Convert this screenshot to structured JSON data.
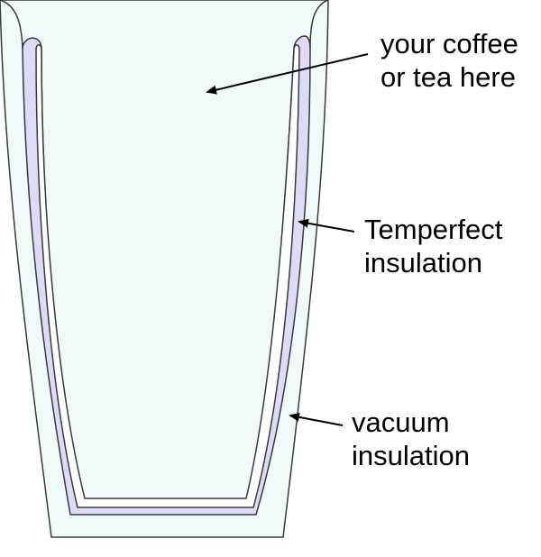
{
  "labels": {
    "coffee": {
      "line1": "your coffee",
      "line2": "or tea here"
    },
    "temperfect": {
      "line1": "Temperfect",
      "line2": "insulation"
    },
    "vacuum": {
      "line1": "vacuum",
      "line2": "insulation"
    }
  },
  "colors": {
    "outline": "#3a3a3a",
    "vacuum_fill": "#f1fafb",
    "temperfect_fill": "#dcdcf7",
    "cup_interior": "#ffffff",
    "arrow": "#000000",
    "text": "#000000"
  }
}
